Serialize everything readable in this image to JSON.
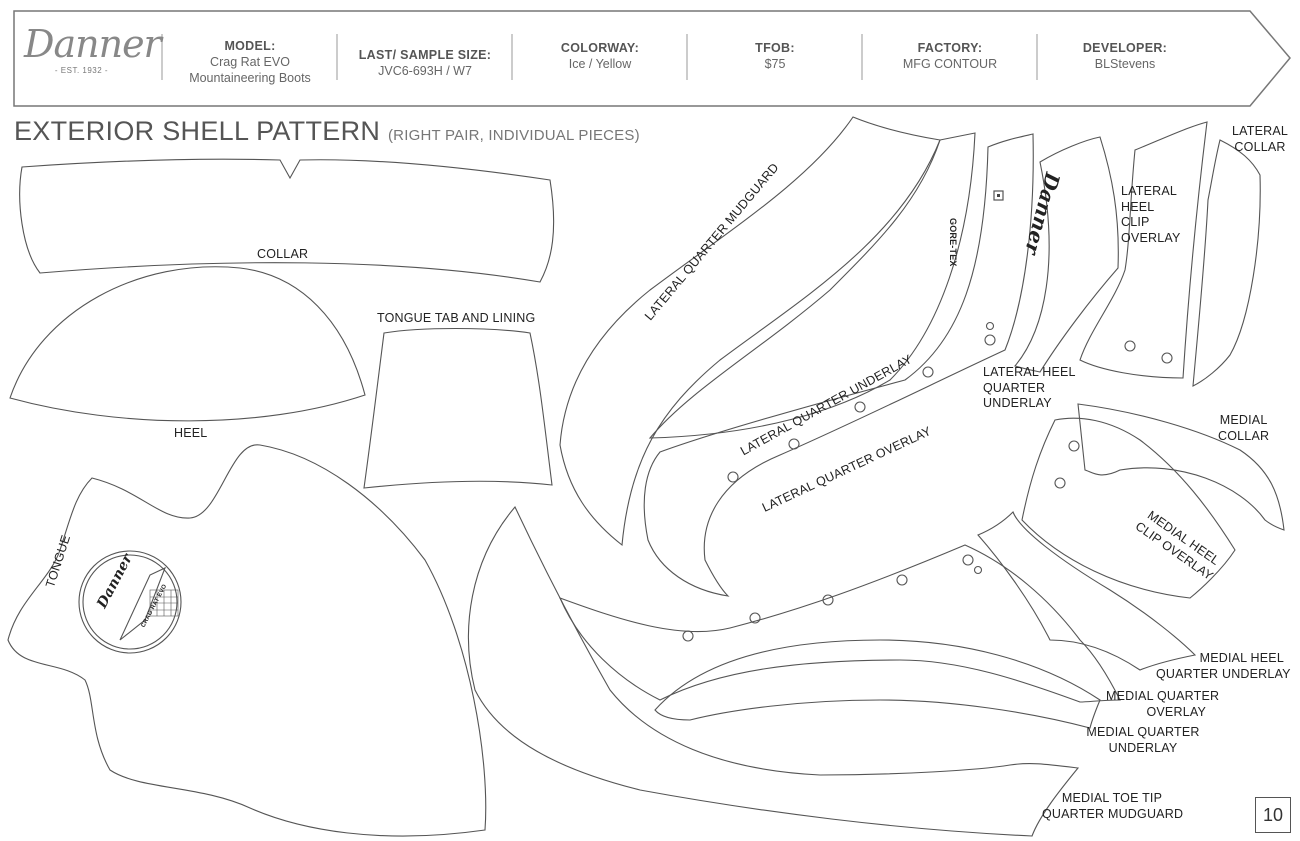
{
  "header": {
    "brand": "Danner",
    "brand_est": "- EST. 1932 -",
    "fields": [
      {
        "label": "MODEL:",
        "value1": "Crag Rat EVO",
        "value2": "Mountaineering Boots"
      },
      {
        "label": "LAST/ SAMPLE SIZE:",
        "value1": "JVC6-693H / W7",
        "value2": ""
      },
      {
        "label": "COLORWAY:",
        "value1": "Ice / Yellow",
        "value2": ""
      },
      {
        "label": "TFOB:",
        "value1": "$75",
        "value2": ""
      },
      {
        "label": "FACTORY:",
        "value1": "MFG CONTOUR",
        "value2": ""
      },
      {
        "label": "DEVELOPER:",
        "value1": "BLStevens",
        "value2": ""
      }
    ]
  },
  "title": "EXTERIOR SHELL PATTERN",
  "subtitle": "(RIGHT PAIR, INDIVIDUAL PIECES)",
  "pieces": {
    "collar": "COLLAR",
    "heel": "HEEL",
    "tongue_tab": "TONGUE TAB AND LINING",
    "tongue": "TONGUE",
    "lateral_quarter_mudguard": "LATERAL QUARTER MUDGUARD",
    "lateral_quarter_underlay": "LATERAL QUARTER UNDERLAY",
    "lateral_quarter_overlay": "LATERAL QUARTER OVERLAY",
    "lateral_heel_quarter_underlay": [
      "LATERAL HEEL",
      "QUARTER",
      "UNDERLAY"
    ],
    "lateral_heel_clip_overlay": [
      "LATERAL",
      "HEEL",
      "CLIP",
      "OVERLAY"
    ],
    "lateral_collar": [
      "LATERAL",
      "COLLAR"
    ],
    "medial_collar": [
      "MEDIAL",
      "COLLAR"
    ],
    "medial_heel_clip_overlay": [
      "MEDIAL HEEL",
      "CLIP OVERLAY"
    ],
    "medial_heel_quarter_underlay": [
      "MEDIAL HEEL",
      "QUARTER UNDERLAY"
    ],
    "medial_quarter_overlay": [
      "MEDIAL QUARTER",
      "OVERLAY"
    ],
    "medial_quarter_underlay": [
      "MEDIAL QUARTER",
      "UNDERLAY"
    ],
    "medial_toe_tip": [
      "MEDIAL TOE TIP",
      "QUARTER MUDGUARD"
    ]
  },
  "logos": {
    "goretex": "GORE-TEX",
    "danner_script": "Danner",
    "badge_brand": "Danner",
    "badge_model": "CRAG RAT EVO"
  },
  "page_number": "10",
  "colors": {
    "outline": "#555555",
    "text": "#222222",
    "header_text": "#666666"
  }
}
